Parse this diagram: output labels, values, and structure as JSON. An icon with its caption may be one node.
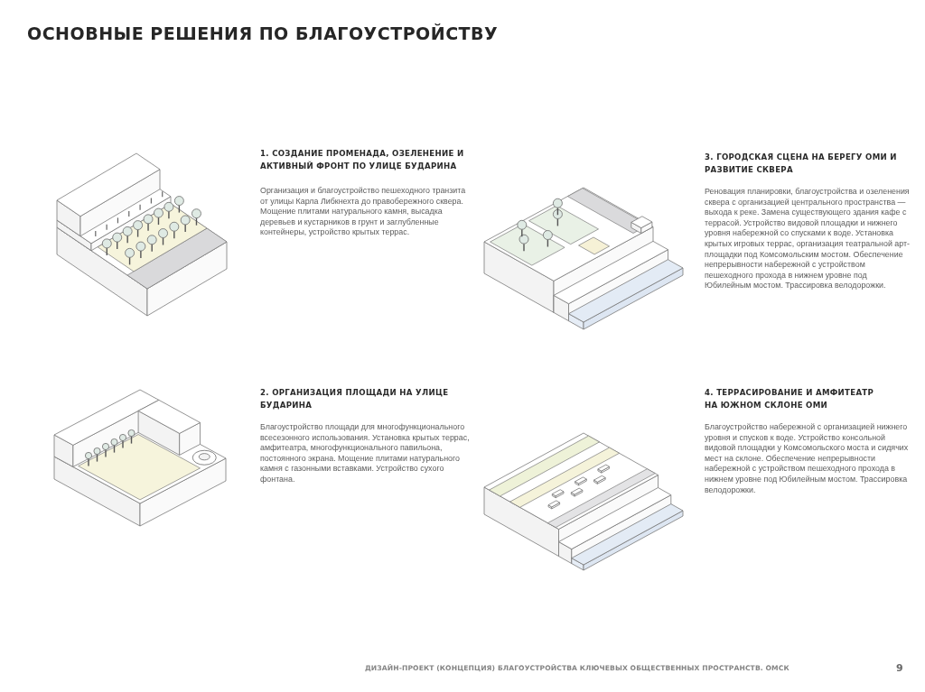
{
  "diagram": {
    "title": "ОСНОВНЫЕ РЕШЕНИЯ ПО БЛАГОУСТРОЙСТВУ",
    "labels": [
      "1. СОЗДАНИЕ ПРОМЕНАДА, ОЗЕЛЕНЕНИЕ И АКТИВНЫЙ ФРОНТ ПО УЛИЦЕ БУДАРИНА",
      "Организация и благоустройство пешеходного транзита от улицы Карла Либкнехта до правобережного сквера. Мощение плитами натурального камня, высадка деревьев и кустарников в грунт и заглубленные контейнеры, устройство крытых террас.",
      "3. ГОРОДСКАЯ СЦЕНА НА БЕРЕГУ ОМИ И РАЗВИТИЕ СКВЕРА",
      "Реновация планировки, благоустройства и озеленения сквера с организацией центрального пространства — выхода к реке. Замена существующего здания кафе с террасой. Устройство видовой площадки и нижнего уровня набережной со спусками к воде. Установка крытых игровых террас, организация театральной арт-площадки под Комсомольским мостом. Обеспечение непрерывности набережной с устройством пешеходного прохода в нижнем уровне под Юбилейным мостом. Трассировка велодорожки.",
      "2. ОРГАНИЗАЦИЯ ПЛОЩАДИ НА УЛИЦЕ БУДАРИНА",
      "Благоустройство площади для многофункционального всесезонного использования. Установка крытых террас, амфитеатра, многофункционального павильона, постоянного экрана. Мощение плитами натурального камня с газонными вставками. Устройство сухого фонтана.",
      "4. ТЕРРАСИРОВАНИЕ И АМФИТЕАТР НА ЮЖНОМ СКЛОНЕ ОМИ",
      "Благоустройство набережной с организацией нижнего уровня и спусков к воде. Устройство консольной видовой площадки у Комсомольского моста и сидячих мест на склоне. Обеспечение непрерывности набережной с устройством пешеходного прохода в нижнем уровне под Юбилейным мостом. Трассировка велодорожки.",
      "ДИЗАЙН-ПРОЕКТ (КОНЦЕПЦИЯ) БЛАГОУСТРОЙСТВА КЛЮЧЕВЫХ ОБЩЕСТВЕННЫХ ПРОСТРАНСТВ. ОМСК",
      "9"
    ]
  }
}
